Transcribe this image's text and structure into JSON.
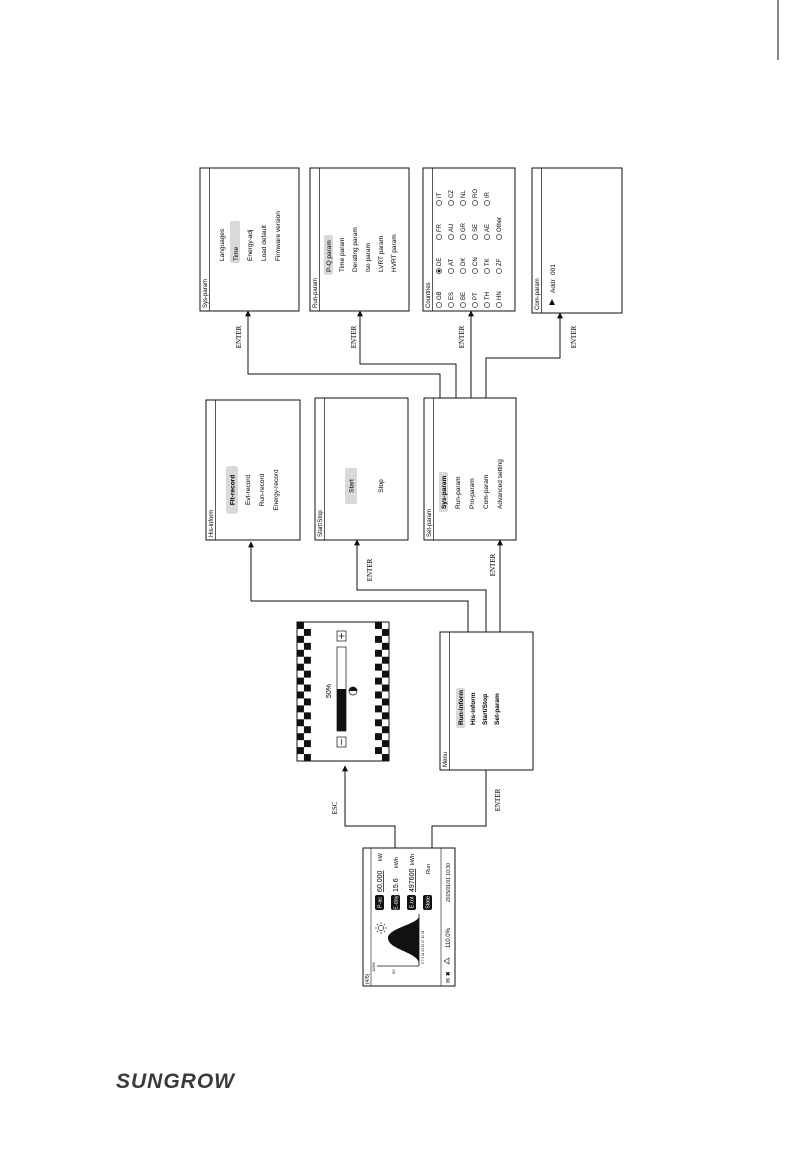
{
  "enter_label": "ENTER",
  "esc_label": "ESC",
  "logo": "SUNGROW",
  "home": {
    "page_no": "(4/5)",
    "p_ac_label": "P-ac",
    "p_ac_value": "60.000",
    "p_ac_unit": "kW",
    "e_day_label": "E-day",
    "e_day_value": "15.6",
    "e_day_unit": "kWh",
    "e_tot_label": "E-tot",
    "e_tot_value": "497600",
    "e_tot_unit": "kWh",
    "state_label": "State",
    "state_value": "Run",
    "datetime": "2015/01/01 10:30",
    "pct_value": "110.0%",
    "axis_top": "110%",
    "axis_mid": "50",
    "axis_ticks": "5 7 9 11 13 15 17 19 21"
  },
  "contrast_screen": {
    "percent": "50%"
  },
  "menu": {
    "title": "Menu",
    "items": [
      "Run-inform",
      "His-inform",
      "Start/Stop",
      "Set-param"
    ]
  },
  "his_inform": {
    "title": "His-inform",
    "items": [
      "Flt-record",
      "Evt-record",
      "Run-record",
      "Energy-record"
    ]
  },
  "start_stop": {
    "title": "Start/Stop",
    "items": [
      "Start",
      "Stop"
    ]
  },
  "set_param": {
    "title": "Set-param",
    "items": [
      "Sys-param",
      "Run-param",
      "Pro-param",
      "Com-param",
      "Advanced setting"
    ]
  },
  "sys_param": {
    "title": "Sys-param",
    "items": [
      "Languages",
      "Time",
      "Energy-adj",
      "Load default",
      "Firmware version"
    ]
  },
  "run_param": {
    "title": "Run-param",
    "items": [
      "P-Q param",
      "Time param",
      "Derating param",
      "Iso param",
      "LVRT param",
      "HVRT param"
    ]
  },
  "countries": {
    "title": "Countries",
    "rows": [
      [
        "GB",
        "DE",
        "FR",
        "IT"
      ],
      [
        "ES",
        "AT",
        "AU",
        "CZ"
      ],
      [
        "BE",
        "DK",
        "GR",
        "NL"
      ],
      [
        "PT",
        "CN",
        "SE",
        "RO"
      ],
      [
        "TH",
        "TK",
        "AE",
        "IR"
      ],
      [
        "HN",
        "ZF",
        "Other"
      ]
    ]
  },
  "com_param": {
    "title": "Com-param",
    "addr_label": "Addr",
    "addr_value": "001"
  }
}
